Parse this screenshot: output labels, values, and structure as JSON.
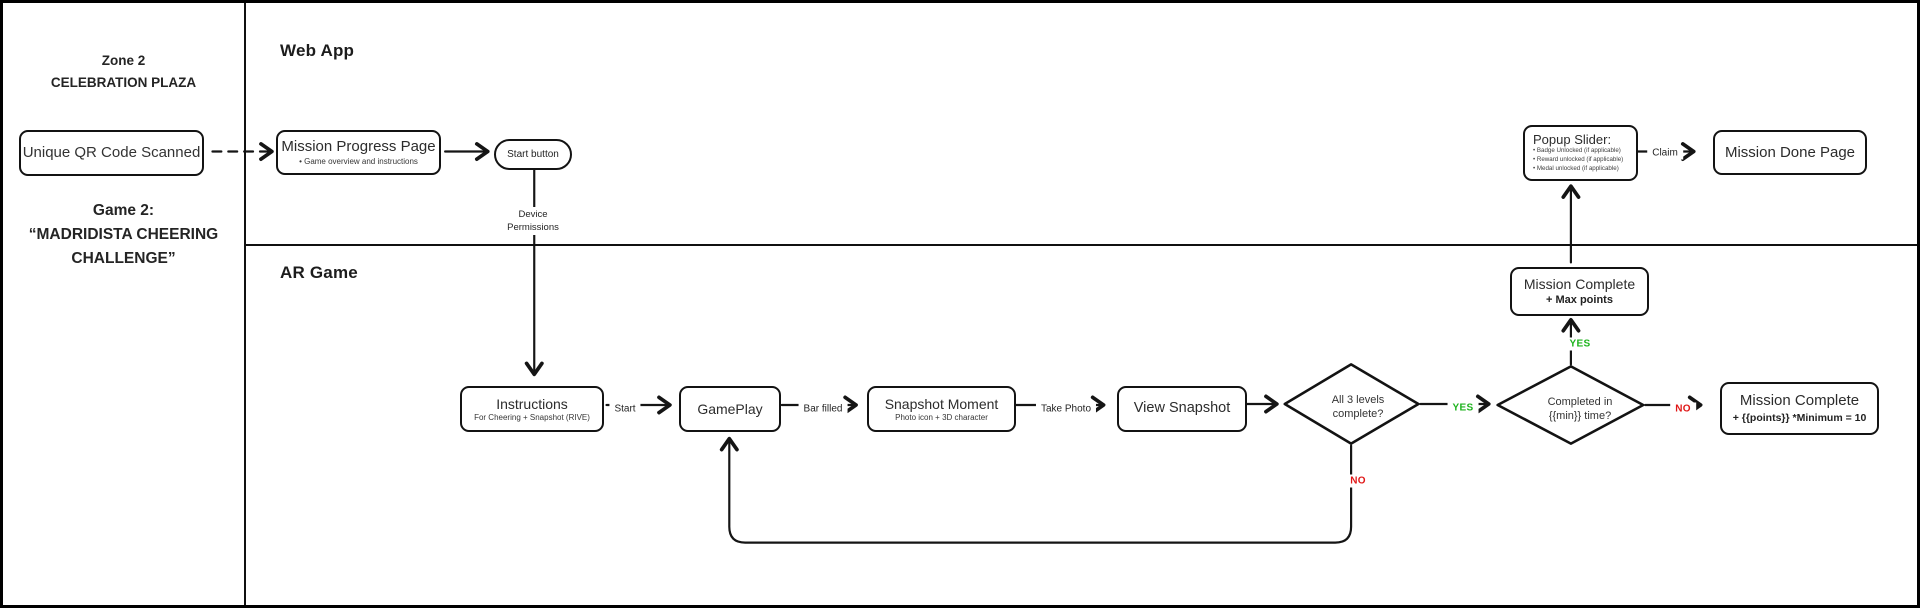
{
  "colors": {
    "background": "#ffffff",
    "line": "#151515",
    "text": "#2c2c2c",
    "yes_green": "#1db31d",
    "no_red": "#e01717"
  },
  "sidebar": {
    "zone_line1": "Zone 2",
    "zone_line2": "CELEBRATION PLAZA",
    "qr_box": "Unique QR Code Scanned",
    "game_line1": "Game 2:",
    "game_line2": "“MADRIDISTA CHEERING",
    "game_line3": "CHALLENGE”"
  },
  "lanes": {
    "web_app": "Web App",
    "ar_game": "AR Game"
  },
  "web_app": {
    "mission_progress": {
      "title": "Mission Progress Page",
      "subtitle": "Game overview and instructions"
    },
    "start_button": "Start button",
    "device_permissions_line1": "Device",
    "device_permissions_line2": "Permissions",
    "popup_slider": {
      "title": "Popup Slider:",
      "bullets": [
        "Badge Unlocked (if applicable)",
        "Reward unlocked (if applicable)",
        "Medal unlocked (if applicable)"
      ]
    },
    "claim_label": "Claim",
    "mission_done": "Mission Done Page"
  },
  "ar_game": {
    "instructions": {
      "title": "Instructions",
      "subtitle": "For Cheering + Snapshot (RIVE)"
    },
    "start_label": "Start",
    "gameplay": "GamePlay",
    "bar_filled_label": "Bar filled",
    "snapshot_moment": {
      "title": "Snapshot Moment",
      "subtitle": "Photo icon + 3D character"
    },
    "take_photo_label": "Take Photo",
    "view_snapshot": "View Snapshot",
    "decision_levels": {
      "line1": "All 3 levels",
      "line2": "complete?"
    },
    "decision_time": {
      "line1": "Completed in",
      "line2": "{{min}} time?"
    },
    "yes_label": "YES",
    "no_label": "NO",
    "mission_complete_max": {
      "title": "Mission Complete",
      "subtitle": "+ Max points"
    },
    "mission_complete_points": {
      "title": "Mission Complete",
      "subtitle": "+ {{points}} *Minimum = 10"
    }
  }
}
